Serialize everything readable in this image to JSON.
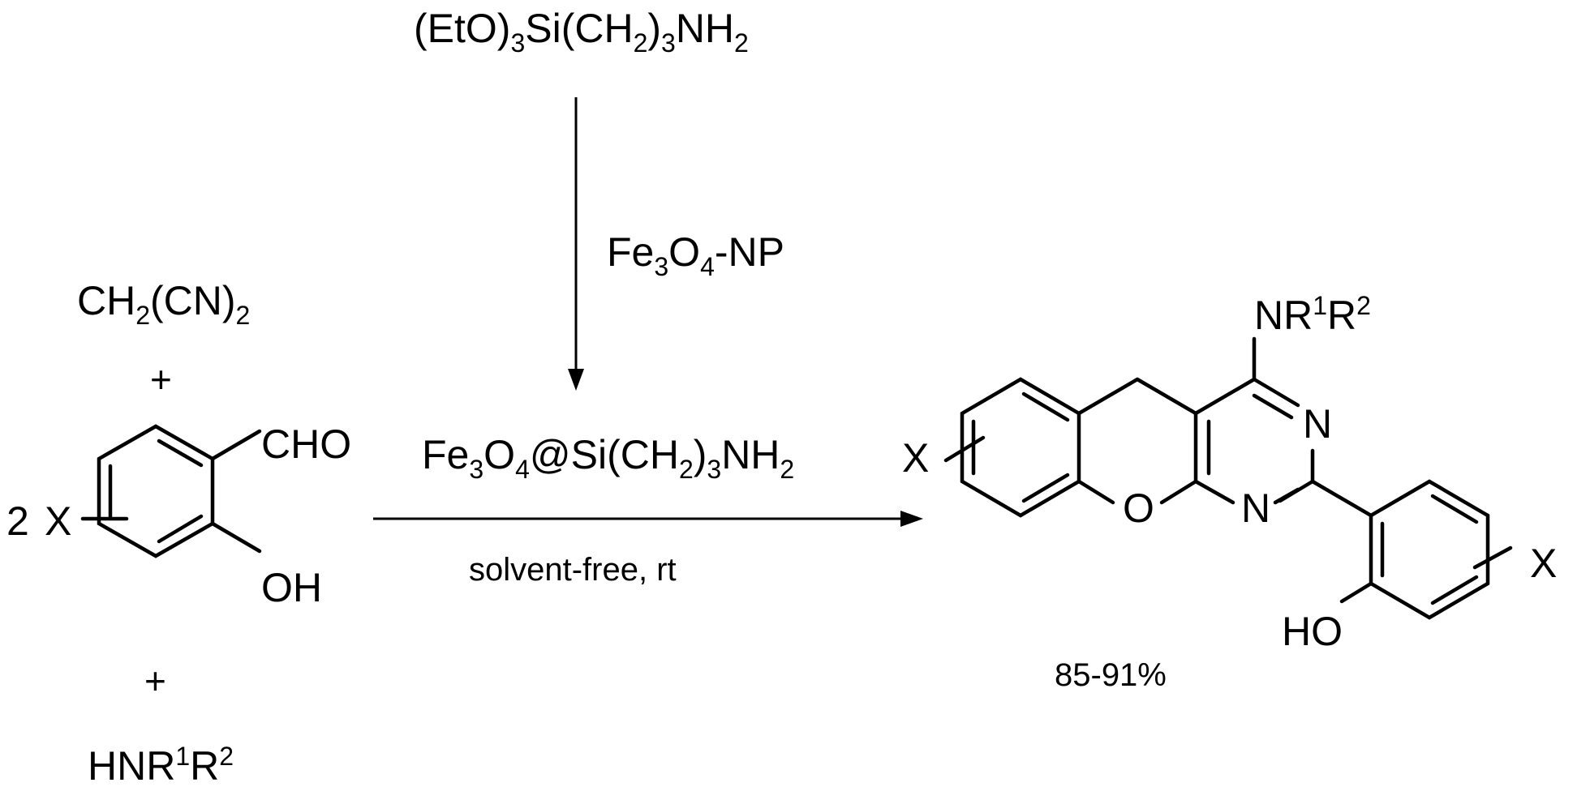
{
  "reagents": {
    "silane": {
      "a": "(EtO)",
      "a_sub": "3",
      "b": "Si(CH",
      "b_sub": "2",
      "c": ")",
      "c_sub": "3",
      "d": "NH",
      "d_sub": "2"
    },
    "nanoparticle": {
      "a": "Fe",
      "a_sub": "3",
      "b": "O",
      "b_sub": "4",
      "c": "-NP"
    },
    "catalyst": {
      "a": "Fe",
      "a_sub": "3",
      "b": "O",
      "b_sub": "4",
      "c": "@Si(CH",
      "c_sub": "2",
      "d": ")",
      "d_sub": "3",
      "e": "NH",
      "e_sub": "2"
    },
    "conditions": "solvent-free, rt"
  },
  "reactants": {
    "malononitrile": {
      "a": "CH",
      "a_sub": "2",
      "b": "(CN)",
      "b_sub": "2"
    },
    "plus1": "+",
    "coefficient": "2",
    "substituent_x": "X",
    "aldehyde_label": "CHO",
    "hydroxyl_label": "OH",
    "plus2": "+",
    "amine": {
      "a": "HNR",
      "a_sup": "1",
      "b": "R",
      "b_sup": "2"
    }
  },
  "product": {
    "amine_group": {
      "a": "NR",
      "a_sup": "1",
      "b": "R",
      "b_sup": "2"
    },
    "n_upper": "N",
    "n_lower": "N",
    "oxygen": "O",
    "x_left": "X",
    "x_right": "X",
    "hydroxyl": "HO",
    "yield": "85-91%"
  }
}
